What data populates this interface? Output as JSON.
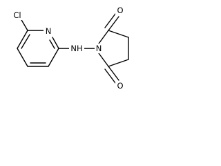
{
  "molecule": {
    "atoms": {
      "chlorine": "Cl",
      "pyridine_nitrogen": "N",
      "amine_nh": "NH",
      "imide_nitrogen": "N",
      "carbonyl_oxygen_top": "O",
      "carbonyl_oxygen_bottom": "O"
    },
    "colors": {
      "bond": "#000000",
      "background": "#ffffff"
    }
  }
}
